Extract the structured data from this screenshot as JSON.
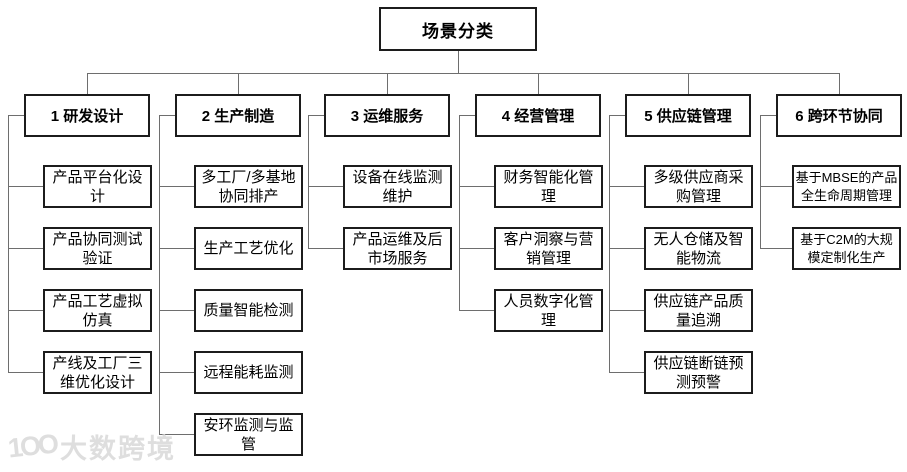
{
  "title": "场景分类",
  "watermark": {
    "logo": "1OO",
    "label": "大数跨境"
  },
  "columns": [
    {
      "label": "1 研发设计",
      "children": [
        "产品平台化设计",
        "产品协同测试验证",
        "产品工艺虚拟仿真",
        "产线及工厂三维优化设计"
      ]
    },
    {
      "label": "2 生产制造",
      "children": [
        "多工厂/多基地协同排产",
        "生产工艺优化",
        "质量智能检测",
        "远程能耗监测",
        "安环监测与监管"
      ]
    },
    {
      "label": "3 运维服务",
      "children": [
        "设备在线监测维护",
        "产品运维及后市场服务"
      ]
    },
    {
      "label": "4 经营管理",
      "children": [
        "财务智能化管理",
        "客户洞察与营销管理",
        "人员数字化管理"
      ]
    },
    {
      "label": "5 供应链管理",
      "children": [
        "多级供应商采购管理",
        "无人仓储及智能物流",
        "供应链产品质量追溯",
        "供应链断链预测预警"
      ]
    },
    {
      "label": "6 跨环节协同",
      "children": [
        "基于MBSE的产品全生命周期管理",
        "基于C2M的大规模定制化生产"
      ]
    }
  ],
  "colors": {
    "background": "#ffffff",
    "box_border": "#1c1c1c",
    "connector": "#6e6e6e",
    "watermark": "#dedede"
  }
}
